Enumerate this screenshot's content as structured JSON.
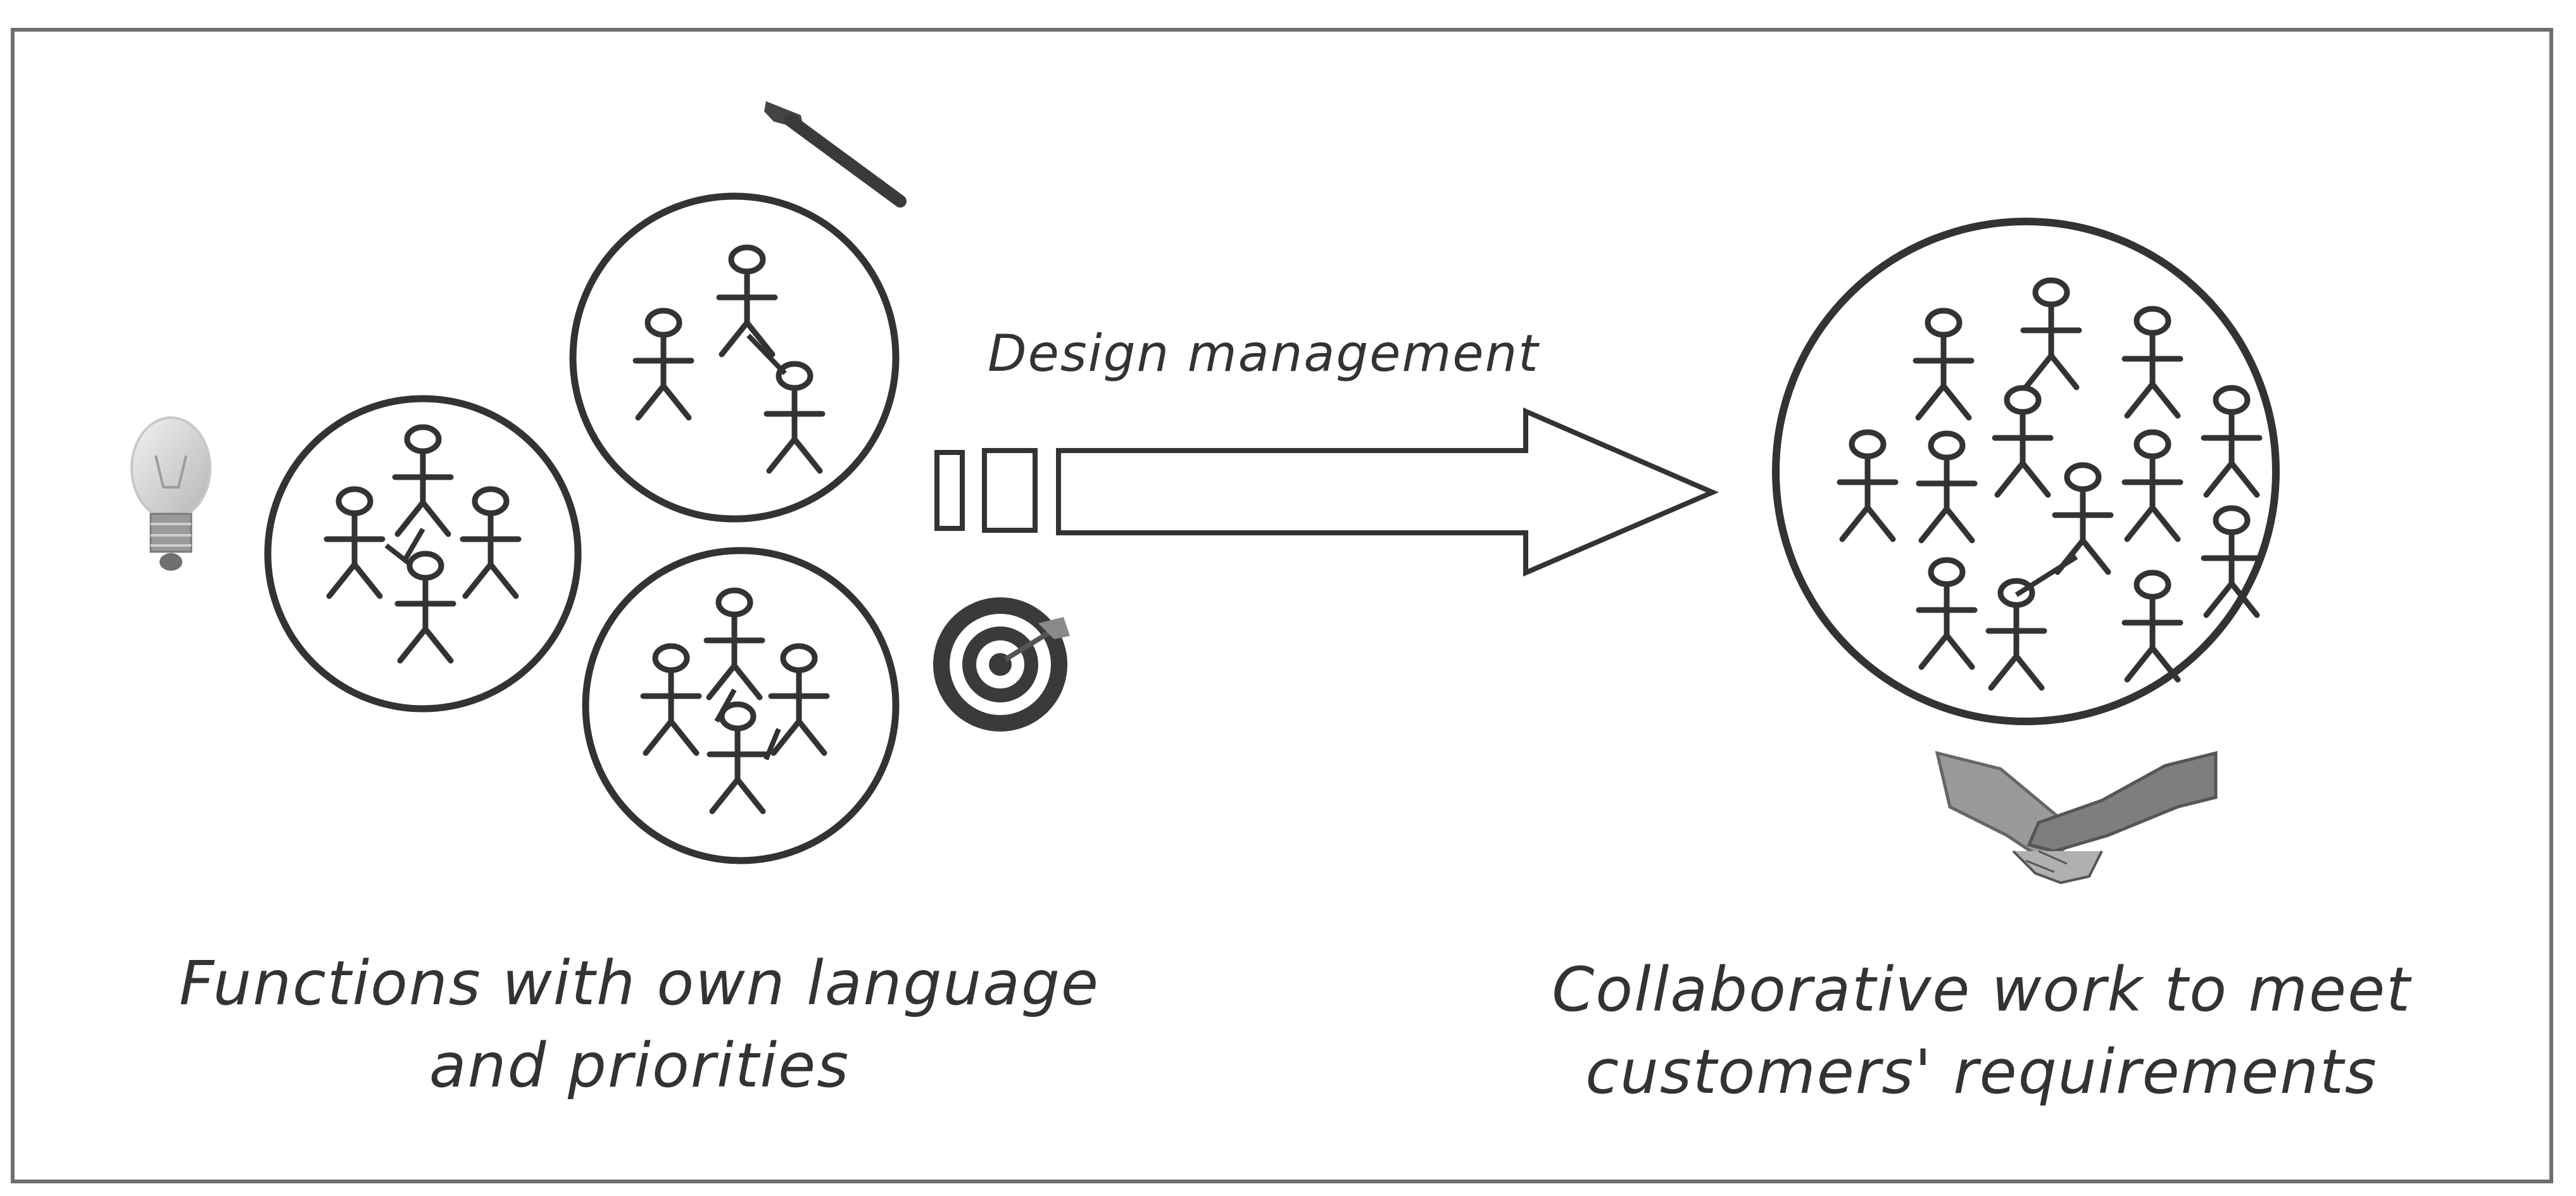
{
  "diagram": {
    "arrow_label": "Design management",
    "left_caption": "Functions with own language\nand priorities",
    "right_caption": "Collaborative work to meet\ncustomers' requirements"
  },
  "colors": {
    "border": "#6e6e6e",
    "stroke": "#333333",
    "text": "#333333",
    "icon_gray": "#8a8a8a"
  },
  "icons": [
    "lightbulb-icon",
    "hammer-icon",
    "target-icon",
    "handshake-icon"
  ]
}
